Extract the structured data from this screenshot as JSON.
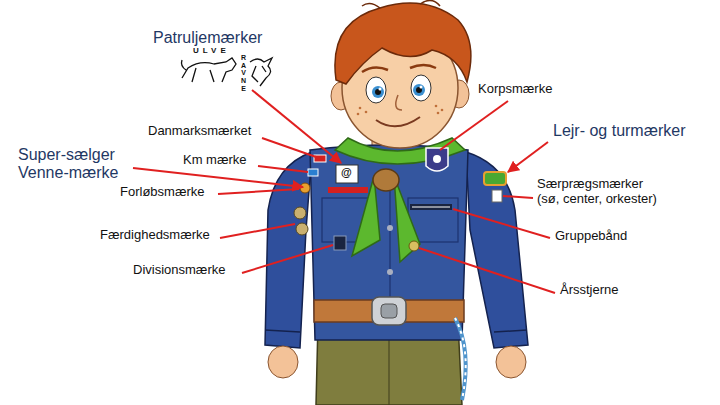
{
  "diagram": {
    "labels": [
      "Patruljemærker",
      "ULVE",
      "RAVNE",
      "Korpsmærke",
      "Danmarksmærket",
      "Lejr- og turmærker",
      "Super-sælger Venne-mærke",
      "Km mærke",
      "@",
      "Forløbsmærke",
      "Særprægsmærker (sø, center, orkester)",
      "Færdighedsmærke",
      "Gruppebånd",
      "Divisionsmærke",
      "Årsstjerne"
    ]
  }
}
